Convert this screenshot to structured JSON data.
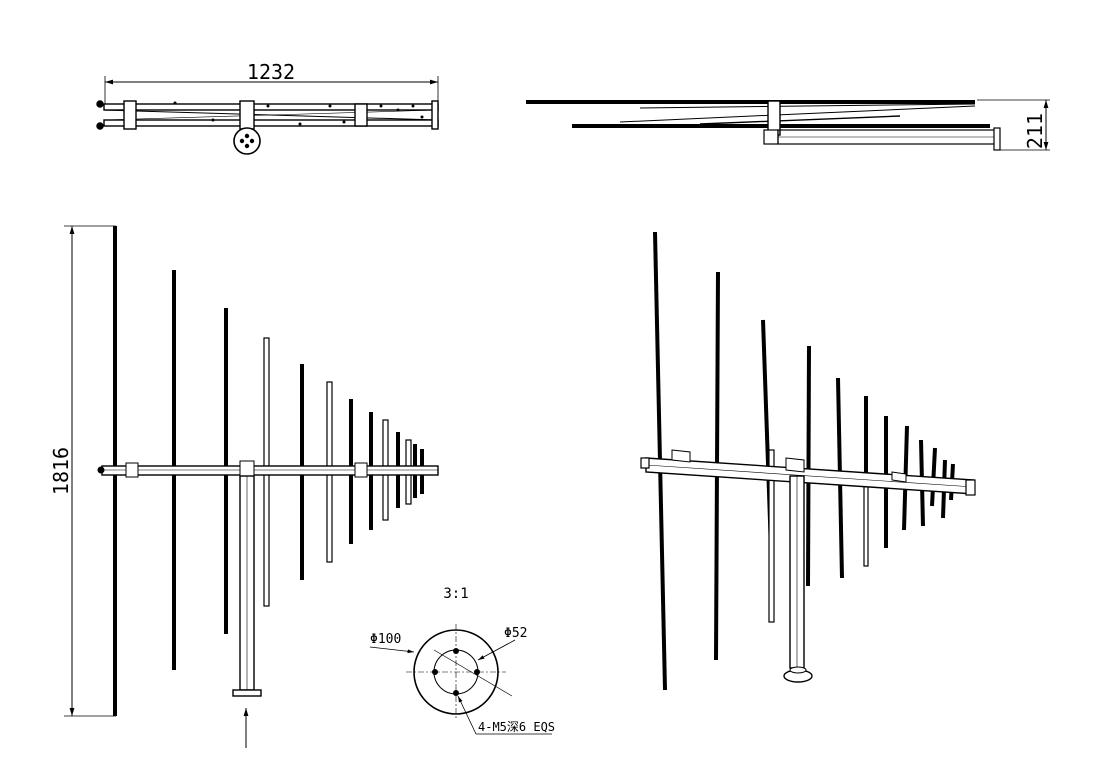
{
  "dimensions": {
    "overall_length": "1232",
    "overall_height": "211",
    "overall_width": "1816"
  },
  "detail": {
    "scale": "3:1",
    "outer_diameter": "Φ100",
    "bolt_circle_diameter": "Φ52",
    "hole_note": "4-M5深6 EQS"
  },
  "views": {
    "top_view": "top-view",
    "side_view": "side-view",
    "front_view": "front-view",
    "iso_view": "isometric-view",
    "detail_view": "flange-detail-view"
  }
}
